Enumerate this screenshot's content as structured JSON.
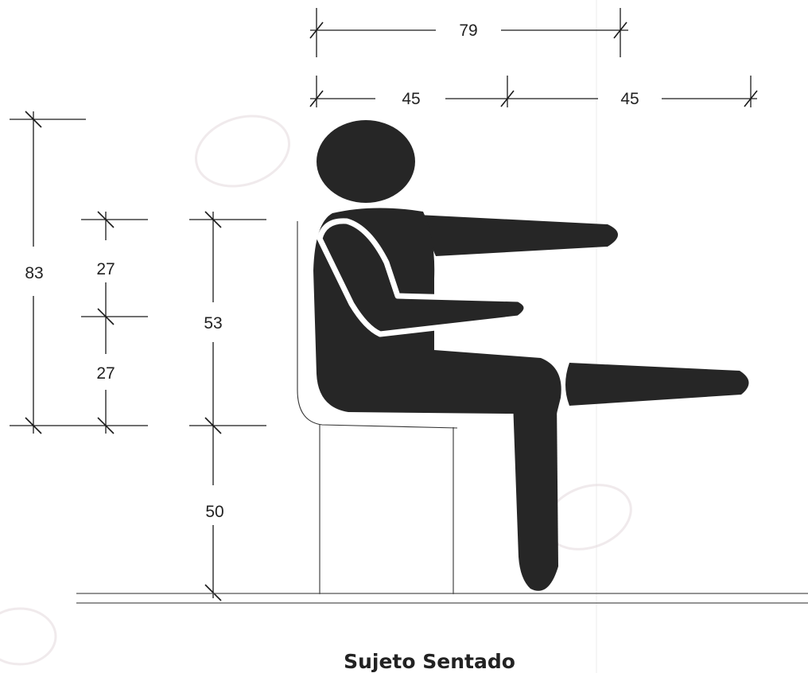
{
  "diagram": {
    "caption": "Sujeto Sentado",
    "dimensions": {
      "overall_reach": "79",
      "reach_segment_left": "45",
      "reach_segment_right": "45",
      "seated_height": "83",
      "upper_segment": "27",
      "lower_segment": "27",
      "back_height": "53",
      "seat_height": "50"
    },
    "colors": {
      "figure": "#262626",
      "lines": "#1a1a1a",
      "background": "#ffffff"
    }
  }
}
